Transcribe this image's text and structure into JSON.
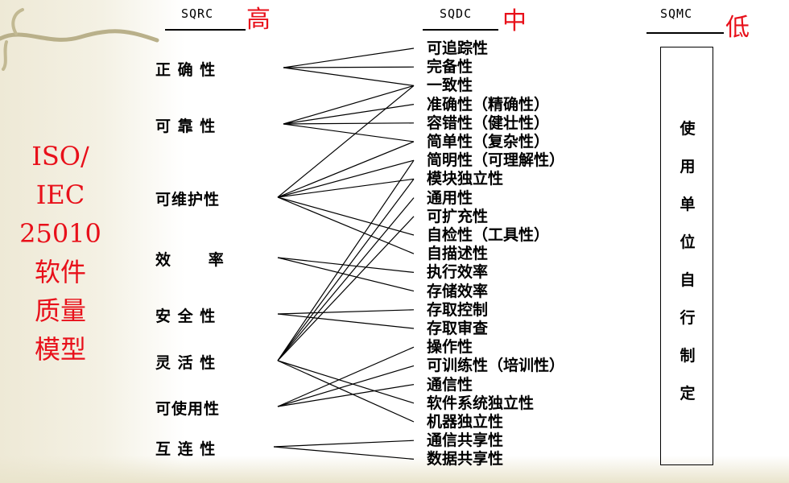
{
  "headers": {
    "sqrc": {
      "label": "SQRC",
      "level": "高"
    },
    "sqdc": {
      "label": "SQDC",
      "level": "中"
    },
    "sqmc": {
      "label": "SQMC",
      "level": "低"
    }
  },
  "side_title": "ISO/\nIEC\n25010\n软件\n质量\n模型",
  "left_items": [
    "正 确 性",
    "可 靠 性",
    "可维护性",
    "效      率",
    "安 全 性",
    "灵 活 性",
    "可使用性",
    "互 连 性"
  ],
  "right_items": [
    "可追踪性",
    "完备性",
    "一致性",
    "准确性（精确性）",
    "容错性（健壮性）",
    "简单性（复杂性）",
    "简明性（可理解性）",
    "模块独立性",
    "通用性",
    "可扩充性",
    "自检性（工具性）",
    "自描述性",
    "执行效率",
    "存储效率",
    "存取控制",
    "存取审查",
    "操作性",
    "可训练性（培训性）",
    "通信性",
    "软件系统独立性",
    "机器独立性",
    "通信共享性",
    "数据共享性"
  ],
  "sqmc_chars": [
    "使",
    "用",
    "单",
    "位",
    "自",
    "行",
    "制",
    "定"
  ],
  "links": [
    [
      0,
      0
    ],
    [
      0,
      1
    ],
    [
      0,
      2
    ],
    [
      1,
      2
    ],
    [
      1,
      3
    ],
    [
      1,
      4
    ],
    [
      1,
      5
    ],
    [
      2,
      2
    ],
    [
      2,
      5
    ],
    [
      2,
      6
    ],
    [
      2,
      7
    ],
    [
      2,
      10
    ],
    [
      2,
      11
    ],
    [
      3,
      12
    ],
    [
      3,
      13
    ],
    [
      4,
      14
    ],
    [
      4,
      15
    ],
    [
      5,
      6
    ],
    [
      5,
      7
    ],
    [
      5,
      8
    ],
    [
      5,
      9
    ],
    [
      5,
      19
    ],
    [
      5,
      20
    ],
    [
      6,
      16
    ],
    [
      6,
      17
    ],
    [
      6,
      18
    ],
    [
      7,
      21
    ],
    [
      7,
      22
    ]
  ]
}
